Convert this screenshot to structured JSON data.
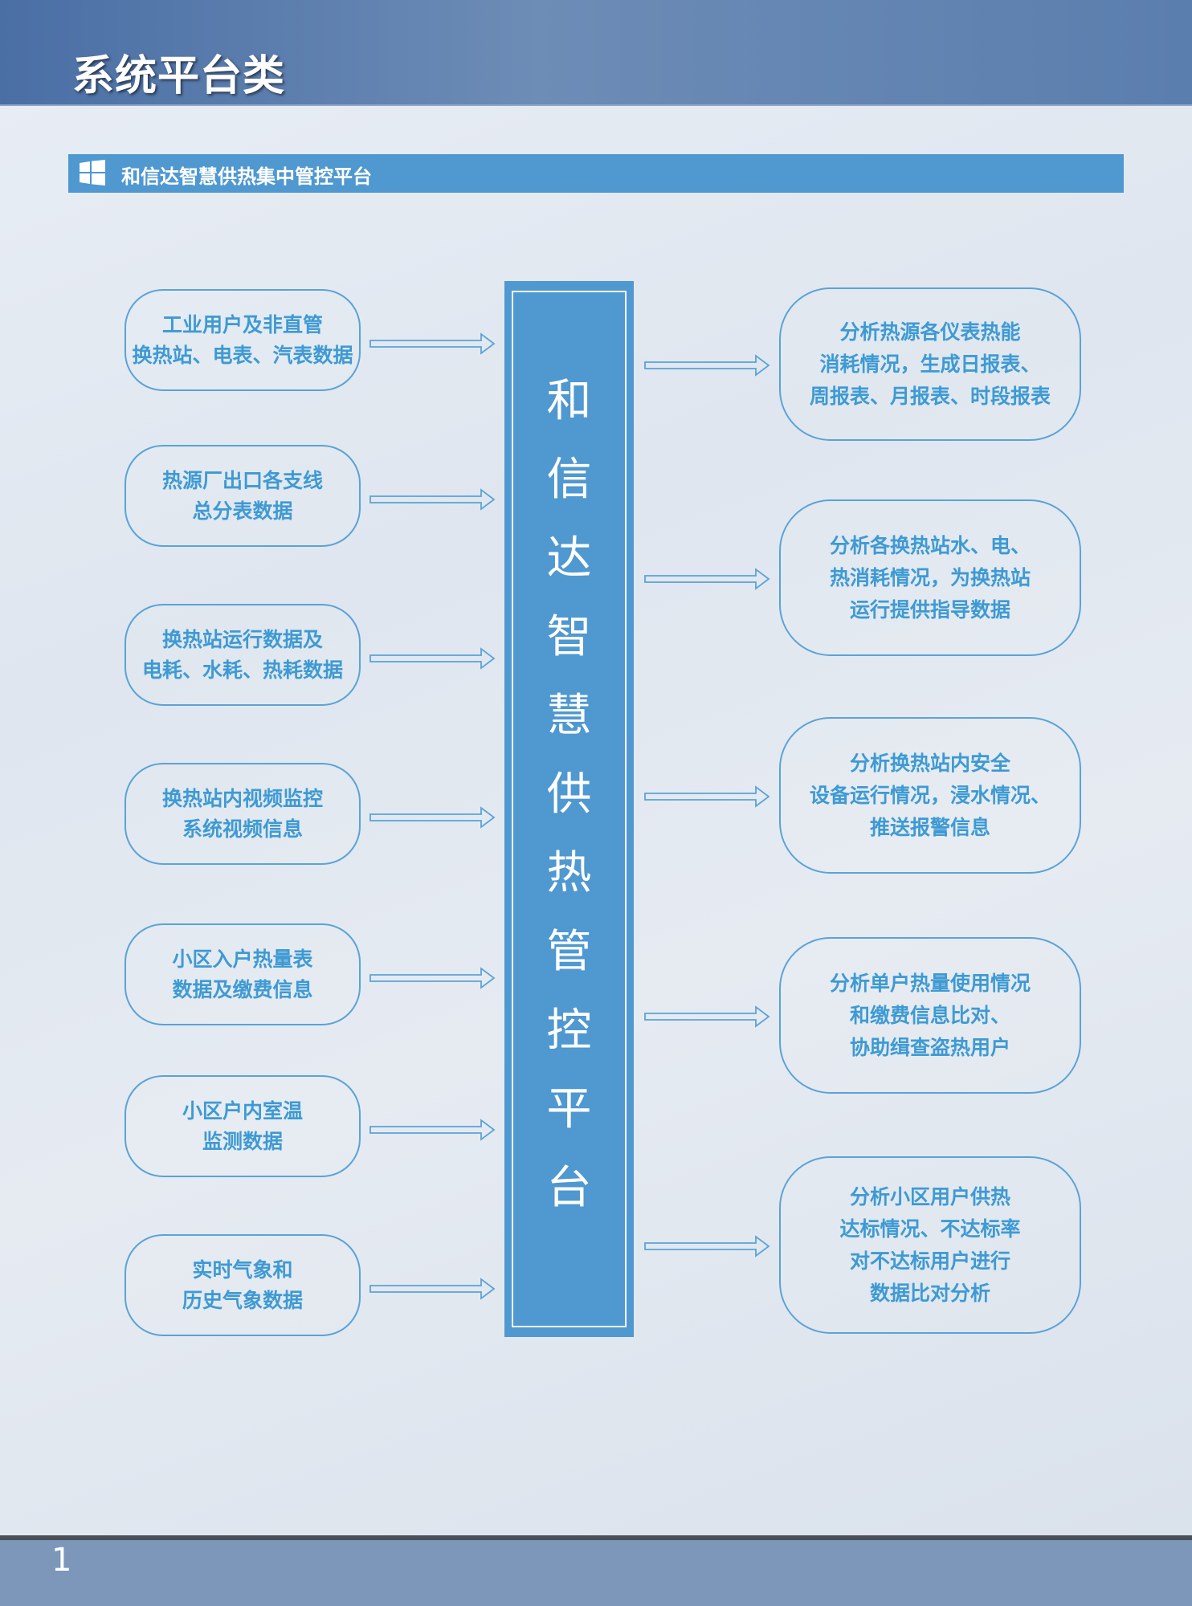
{
  "header": {
    "title": "系统平台类"
  },
  "section": {
    "title": "和信达智慧供热集中管控平台",
    "icon": "windows-logo-icon"
  },
  "hub": {
    "chars": [
      "和",
      "信",
      "达",
      "智",
      "慧",
      "供",
      "热",
      "管",
      "控",
      "平",
      "台"
    ]
  },
  "inputs": [
    {
      "lines": [
        "工业用户及非直管",
        "换热站、电表、汽表数据"
      ]
    },
    {
      "lines": [
        "热源厂出口各支线",
        "总分表数据"
      ]
    },
    {
      "lines": [
        "换热站运行数据及",
        "电耗、水耗、热耗数据"
      ]
    },
    {
      "lines": [
        "换热站内视频监控",
        "系统视频信息"
      ]
    },
    {
      "lines": [
        "小区入户热量表",
        "数据及缴费信息"
      ]
    },
    {
      "lines": [
        "小区户内室温",
        "监测数据"
      ]
    },
    {
      "lines": [
        "实时气象和",
        "历史气象数据"
      ]
    }
  ],
  "outputs": [
    {
      "lines": [
        "分析热源各仪表热能",
        "消耗情况，生成日报表、",
        "周报表、月报表、时段报表"
      ]
    },
    {
      "lines": [
        "分析各换热站水、电、",
        "热消耗情况，为换热站",
        "运行提供指导数据"
      ]
    },
    {
      "lines": [
        "分析换热站内安全",
        "设备运行情况，浸水情况、",
        "推送报警信息"
      ]
    },
    {
      "lines": [
        "分析单户热量使用情况",
        "和缴费信息比对、",
        "协助缉查盗热用户"
      ]
    },
    {
      "lines": [
        "分析小区用户供热",
        "达标情况、不达标率",
        "对不达标用户进行",
        "数据比对分析"
      ]
    }
  ],
  "footer": {
    "page_number": "1"
  },
  "colors": {
    "accent": "#4f98d0",
    "node_text": "#3e9ad3",
    "node_border": "#5aa3d6",
    "header": "#4a6fa5"
  }
}
